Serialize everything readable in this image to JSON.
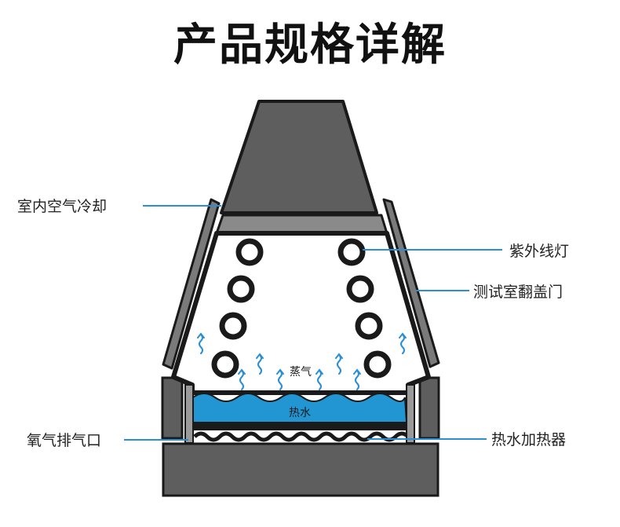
{
  "title": "产品规格详解",
  "labels": {
    "indoor_air_cooling": "室内空气冷却",
    "uv_lamp": "紫外线灯",
    "test_chamber_lid": "测试室翻盖门",
    "oxygen_exhaust": "氧气排气口",
    "hot_water_heater": "热水加热器",
    "steam": "蒸气",
    "hot_water": "热水"
  },
  "colors": {
    "leader_line": "#2a8fd6",
    "water": "#2196d3",
    "dark_gray": "#5e5e5e",
    "outline": "#1a1a1a",
    "steam_arrow": "#2a8fd6"
  }
}
